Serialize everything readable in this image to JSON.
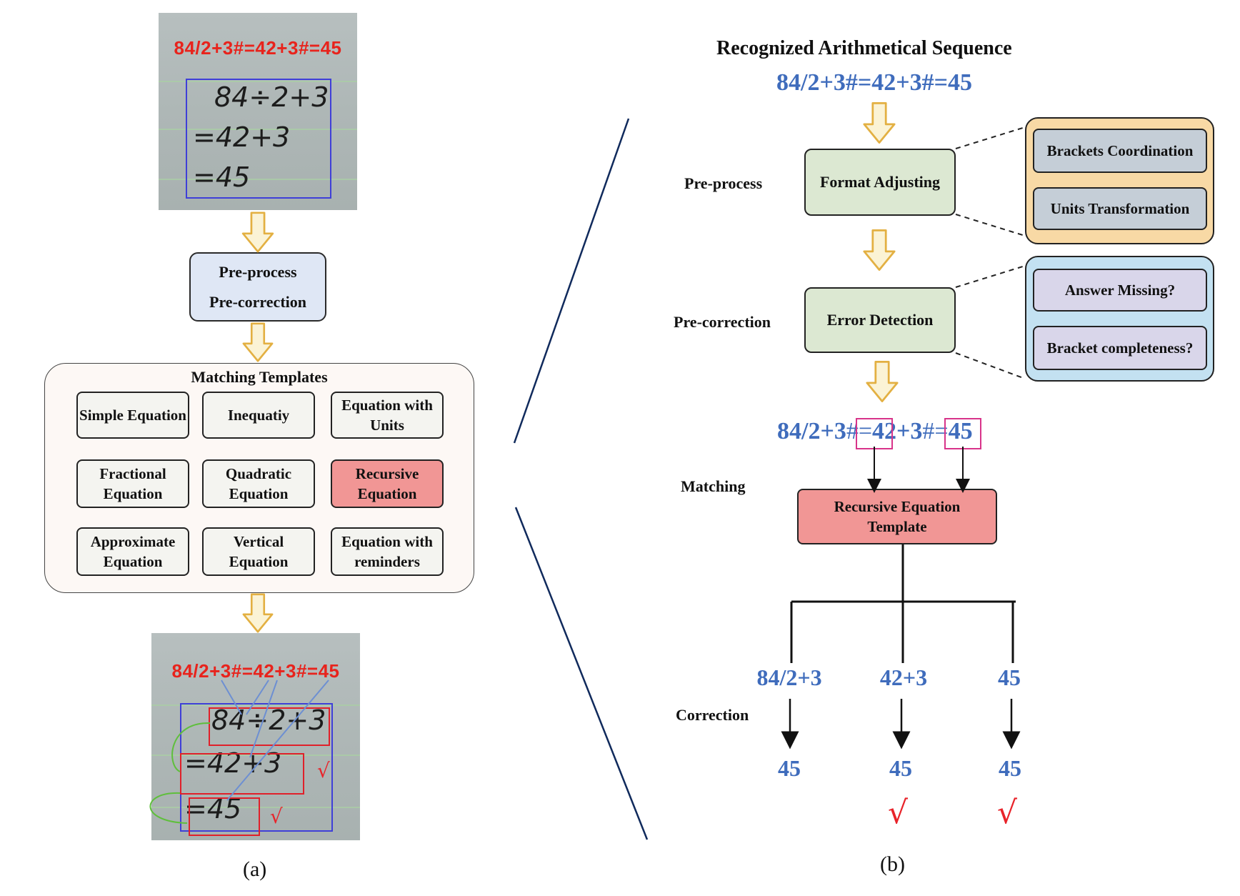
{
  "panel_a": {
    "top_photo": {
      "recognized_text": "84/2+3#=42+3#=45",
      "handwriting": [
        "84÷2+3",
        "=42+3",
        "=45"
      ]
    },
    "pre_box": [
      "Pre-process",
      "Pre-correction"
    ],
    "templates": {
      "title": "Matching Templates",
      "items": [
        "Simple Equation",
        "Inequatiy",
        "Equation with Units",
        "Fractional Equation",
        "Quadratic Equation",
        "Recursive Equation",
        "Approximate Equation",
        "Vertical Equation",
        "Equation with reminders"
      ],
      "highlighted": "Recursive Equation"
    },
    "bottom_photo": {
      "recognized_text": "84/2+3#=42+3#=45",
      "handwriting": [
        "84÷2+3",
        "=42+3",
        "=45"
      ],
      "checks": [
        "√",
        "√"
      ]
    },
    "caption": "(a)"
  },
  "panel_b": {
    "title": "Recognized Arithmetical Sequence",
    "sequence": "84/2+3#=42+3#=45",
    "stages": {
      "preprocess": "Pre-process",
      "precorrection": "Pre-correction",
      "matching": "Matching",
      "correction": "Correction"
    },
    "format_adjusting": "Format Adjusting",
    "format_items": [
      "Brackets Coordination",
      "Units Transformation"
    ],
    "error_detection": "Error Detection",
    "error_items": [
      "Answer Missing?",
      "Bracket completeness?"
    ],
    "seq_parts": [
      "84/2+3",
      "#=",
      "42+3",
      "#=",
      "45"
    ],
    "recursive_template": "Recursive Equation Template",
    "branches": [
      "84/2+3",
      "42+3",
      "45"
    ],
    "results": [
      "45",
      "45",
      "45"
    ],
    "checks": [
      "√",
      "√"
    ],
    "caption": "(b)"
  },
  "colors": {
    "seq_blue": "#3f6cbc",
    "arrow_fill": "#fbf3d5",
    "arrow_stroke": "#e3b042",
    "highlight": "#f19695",
    "check_red": "#e8232a"
  }
}
